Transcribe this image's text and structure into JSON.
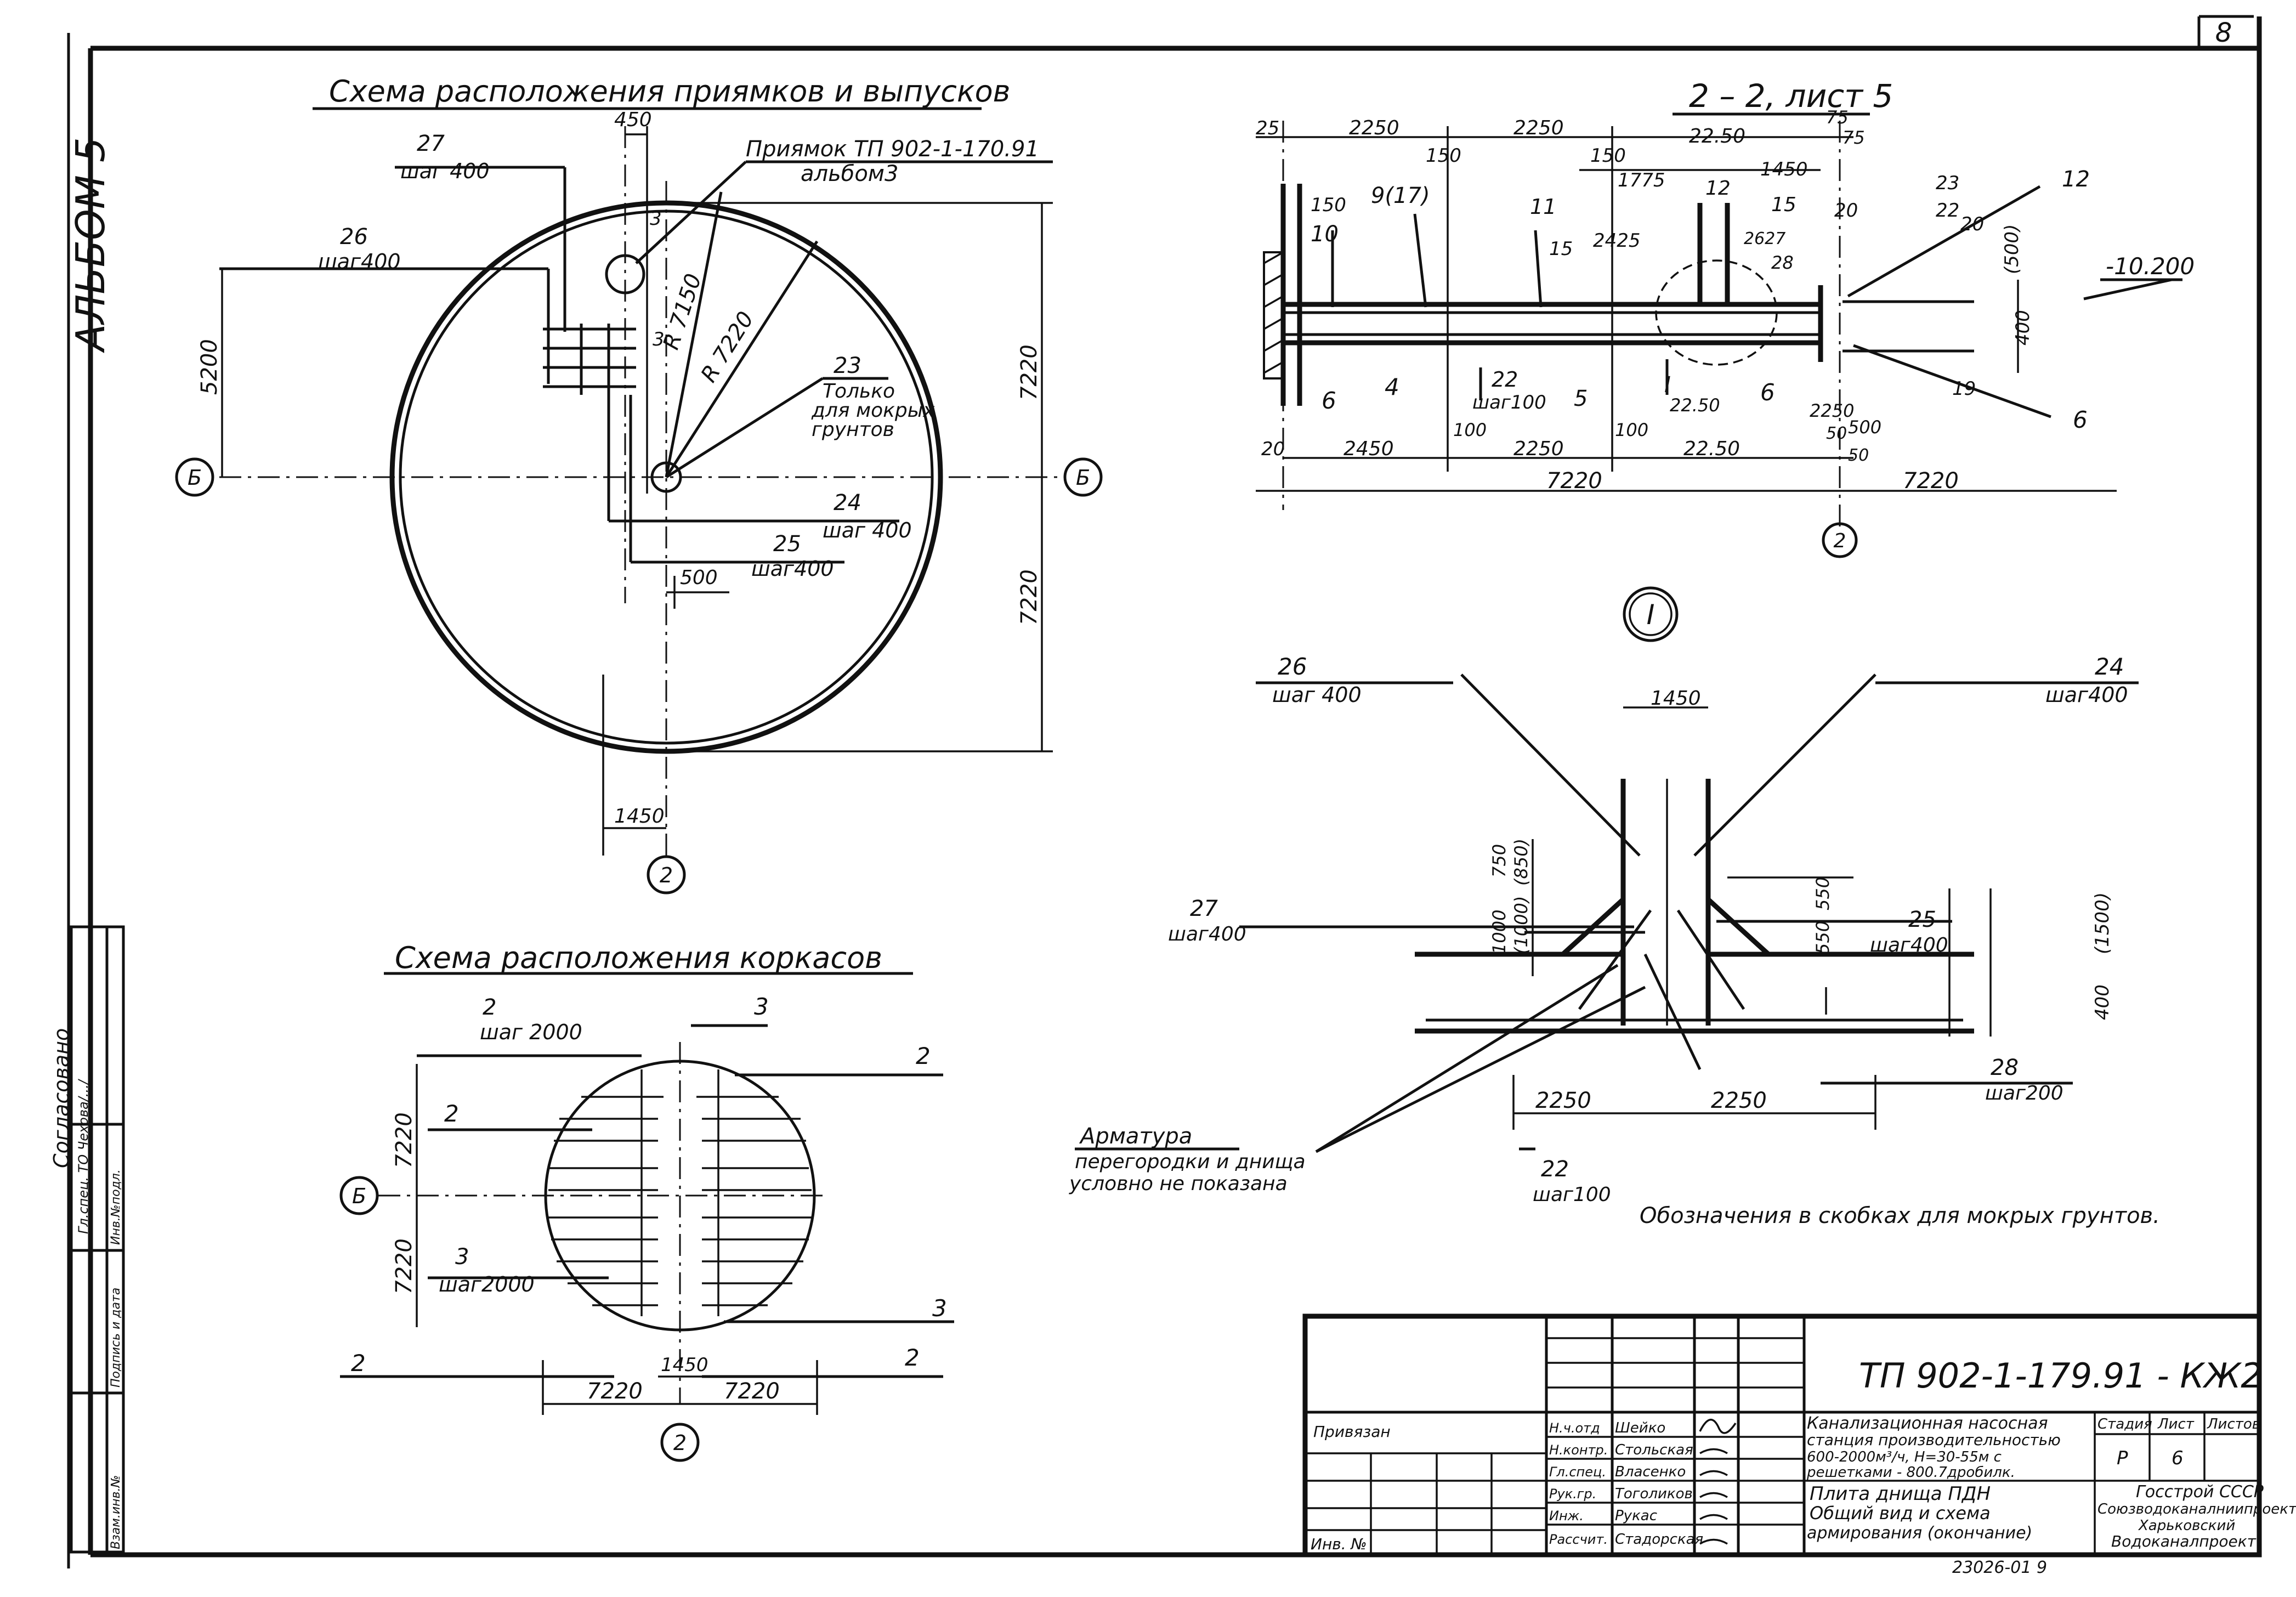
{
  "sheet": {
    "corner_number": "8",
    "album": "АЛЬБОМ 5"
  },
  "plan": {
    "title": "Схема расположения приямков и выпусков",
    "pit_label_line1": "Приямок ТП 902-1-170.91",
    "pit_label_line2": "альбом3",
    "only_wet_num": "23",
    "only_wet_line1": "Только",
    "only_wet_line2": "для мокрых",
    "only_wet_line3": "грунтов",
    "r7150": "R 7150",
    "r7220": "R 7220",
    "dim_450": "450",
    "dim_3a": "3",
    "dim_3b": "3",
    "dim_5200": "5200",
    "dim_7220_top": "7220",
    "dim_7220_bottom": "7220",
    "dim_1450": "1450",
    "dim_500": "500",
    "p27": "27",
    "p27s": "шаг 400",
    "p26": "26",
    "p26s": "шаг400",
    "p24": "24",
    "p24s": "шаг 400",
    "p25": "25",
    "p25s": "шаг400",
    "axis_b": "Б",
    "axis_2": "2"
  },
  "frames": {
    "title": "Схема расположения коркасов",
    "p2a": "2",
    "p2as": "шаг 2000",
    "p3a": "3",
    "p2b": "2",
    "p2c": "2",
    "p3b": "3",
    "p3bs": "шаг2000",
    "p3c": "3",
    "p2d": "2",
    "p2e": "2",
    "dim_7220_t": "7220",
    "dim_7220_b": "7220",
    "dim_1450": "1450",
    "dim_7220_l": "7220",
    "dim_7220_r": "7220",
    "axis_b": "Б",
    "axis_2": "2"
  },
  "section": {
    "title": "2 – 2, лист 5",
    "d_25": "25",
    "d_2250a": "2250",
    "d_150a": "150",
    "d_2250b": "2250",
    "d_150b": "150",
    "d_1775": "1775",
    "d_2250c": "22.50",
    "d_75a": "75",
    "d_75b": "75",
    "d_1450": "1450",
    "d_150c": "150",
    "d_500p": "(500)",
    "d_400": "400",
    "d_20": "20",
    "d_2450": "2450",
    "d_100a": "100",
    "d_2250d": "2250",
    "d_100b": "100",
    "d_2250e": "22.50",
    "d_2250f": "2250",
    "d_500": "500",
    "d_50a": "50",
    "d_50b": "50",
    "d_7220a": "7220",
    "d_7220b": "7220",
    "d_2250g": "22.50",
    "mark": "-10.200",
    "p9": "9(17)",
    "p10": "10",
    "p11": "11",
    "p12a": "12",
    "p12b": "12",
    "p15a": "15",
    "p15b": "15",
    "p2425": "2425",
    "p2627": "2627",
    "p28": "28",
    "p20a": "20",
    "p20b": "20",
    "p22a": "22",
    "p23": "23",
    "p19": "19",
    "p6a": "6",
    "p6b": "6",
    "p6c": "6",
    "p4": "4",
    "p5": "5",
    "p22": "22",
    "p22s": "шаг100",
    "pI": "I",
    "axis_2": "2"
  },
  "detail": {
    "marker": "I",
    "p26": "26",
    "p26s": "шаг 400",
    "p24": "24",
    "p24s": "шаг400",
    "p27": "27",
    "p27s": "шаг400",
    "p25": "25",
    "p25s": "шаг400",
    "p28": "28",
    "p28s": "шаг200",
    "p22": "22",
    "p22s": "шаг100",
    "d_1450": "1450",
    "d_750": "750",
    "d_850": "(850)",
    "d_1000a": "1000",
    "d_1000b": "(1000)",
    "d_550a": "550",
    "d_550b": "550",
    "d_1500": "(1500)",
    "d_400": "400",
    "d_2250a": "2250",
    "d_2250b": "2250",
    "note1": "Арматура",
    "note2": "перегородки и днища",
    "note3": "условно не показана",
    "note_wet": "Обозначения в скобках для мокрых грунтов."
  },
  "stamp": {
    "code": "ТП 902-1-179.91 - КЖ2",
    "privyazan": "Привязан",
    "inv": "Инв. №",
    "roles": [
      "Н.ч.отд",
      "Н.контр.",
      "Гл.спец.",
      "Рук.гр.",
      "Инж.",
      "Рассчит."
    ],
    "names": [
      "Шейко",
      "Стольская",
      "Власенко",
      "Тоголиков",
      "Рукас",
      "Стадорская"
    ],
    "project1": "Канализационная насосная",
    "project2": "станция производительностью",
    "project3": "600-2000м³/ч, Н=30-55м с",
    "project4": "решетками - 800.7дробилк.",
    "sheet1": "Плита днища ПДН",
    "sheet2": "Общий вид и схема",
    "sheet3": "армирования (окончание)",
    "stage_h": "Стадия",
    "list_h": "Лист",
    "lists_h": "Листов",
    "stage": "Р",
    "list": "6",
    "org1": "Госстрой СССР",
    "org2": "Союзводоканалниипроект",
    "org3": "Харьковский",
    "org4": "Водоканалпроект",
    "number": "23026-01 9"
  },
  "margin": {
    "agreed": "Согласовано",
    "agreed_sub": "Гл.спец. ТО Чехова/.../",
    "cells": [
      "Взам.инв.№",
      "Подпись и дата",
      "Инв.№подл."
    ]
  }
}
